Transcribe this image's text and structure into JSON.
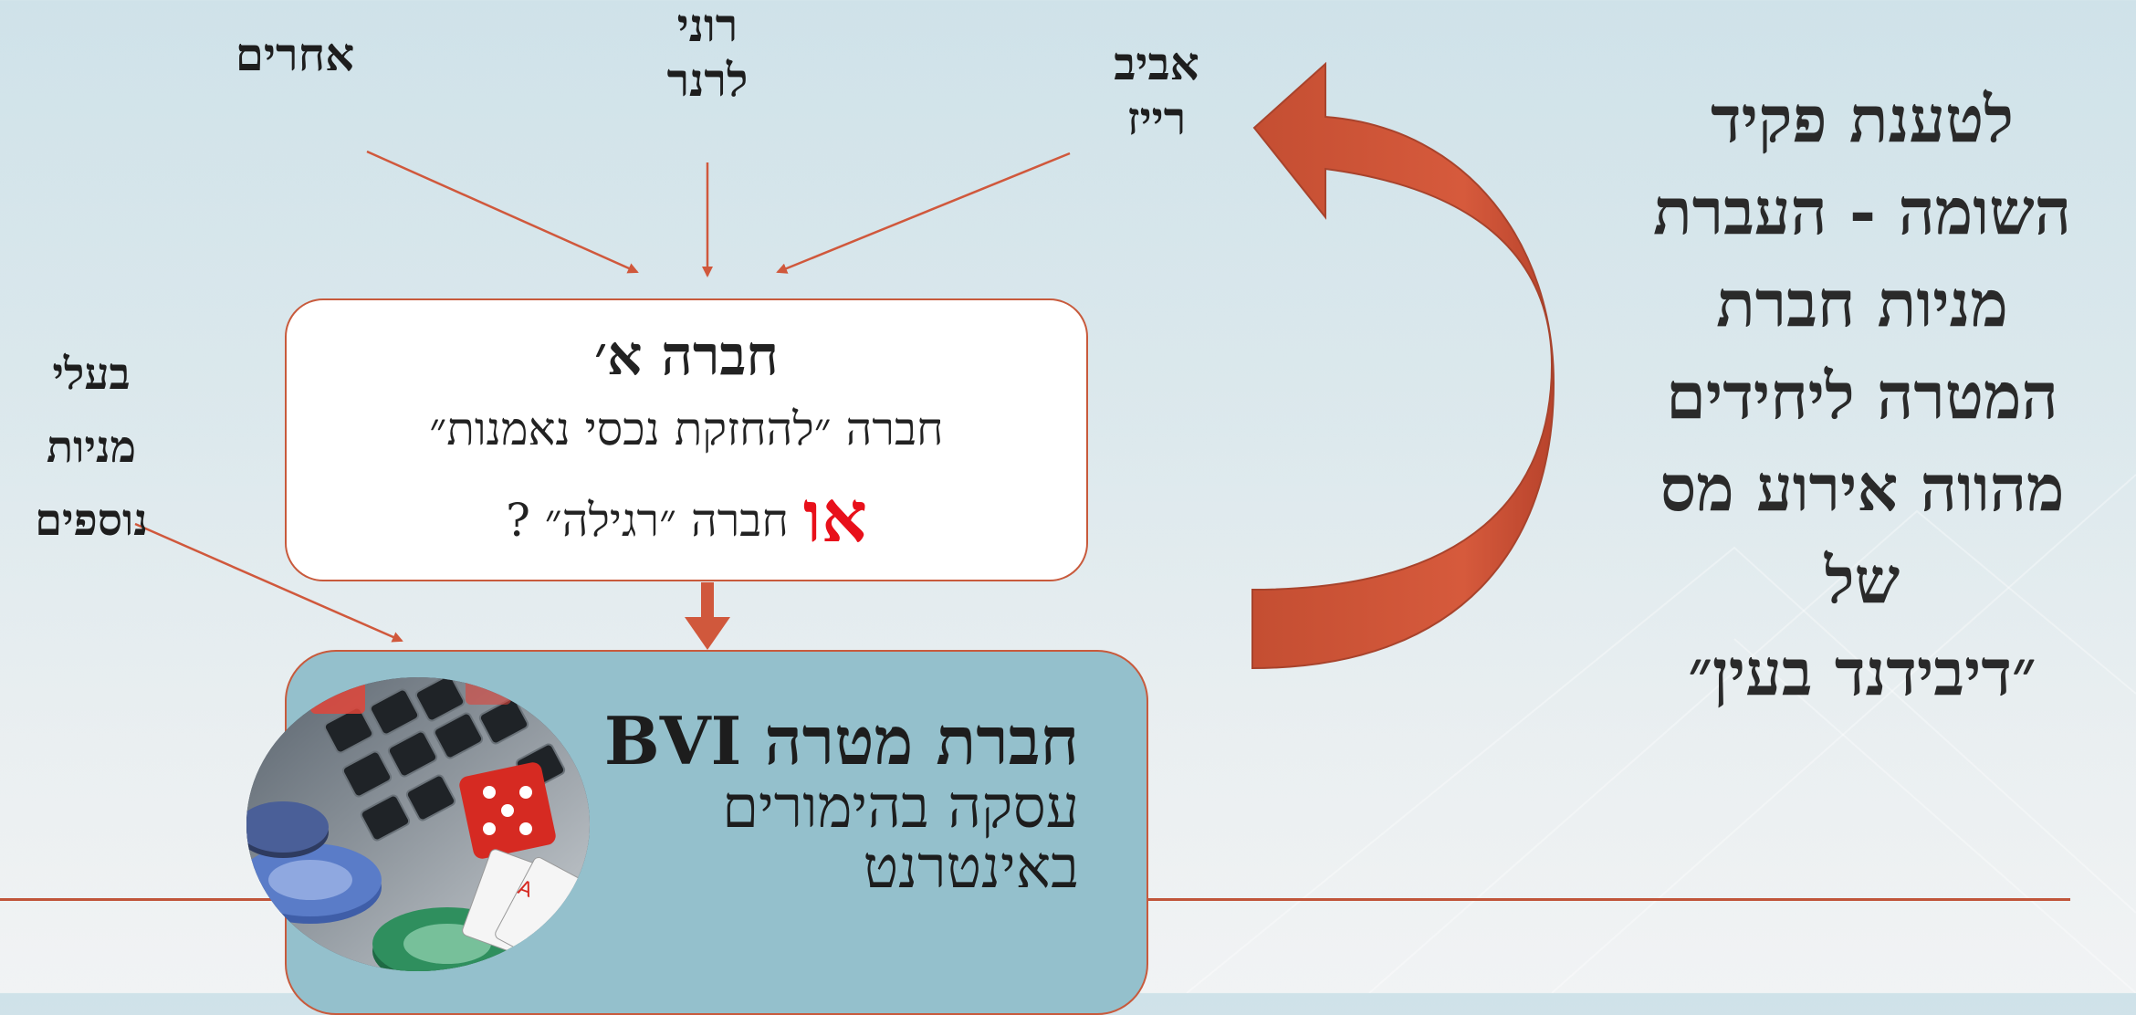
{
  "top_labels": {
    "others": "אחרים",
    "roni_line1": "רוני",
    "roni_line2": "לרנר",
    "aviv_line1": "אביב",
    "aviv_line2": "רייז"
  },
  "side_label": {
    "line1": "בעלי",
    "line2": "מניות",
    "line3": "נוספים"
  },
  "company_a": {
    "title": "חברה א׳",
    "line1": "חברה ״להחזקת נכסי נאמנות״",
    "or_word": "או",
    "line2_rest": " חברה ״רגילה״ ?"
  },
  "bvi_company": {
    "title": "חברת מטרה BVI",
    "line1": "עסקה בהימורים",
    "line2": "באינטרנט",
    "photo_icon": "online-gambling-photo"
  },
  "claim": {
    "line1": "לטענת פקיד",
    "line2": "השומה - העברת",
    "line3": "מניות חברת",
    "line4": "המטרה ליחידים",
    "line5": "מהווה אירוע מס",
    "line6": "של",
    "line7": "״דיבידנד בעין״"
  },
  "colors": {
    "arrow": "#d0583c",
    "box_border": "#c85a3c",
    "bvi_fill": "#94c0cc",
    "or_red": "#e8101a"
  }
}
